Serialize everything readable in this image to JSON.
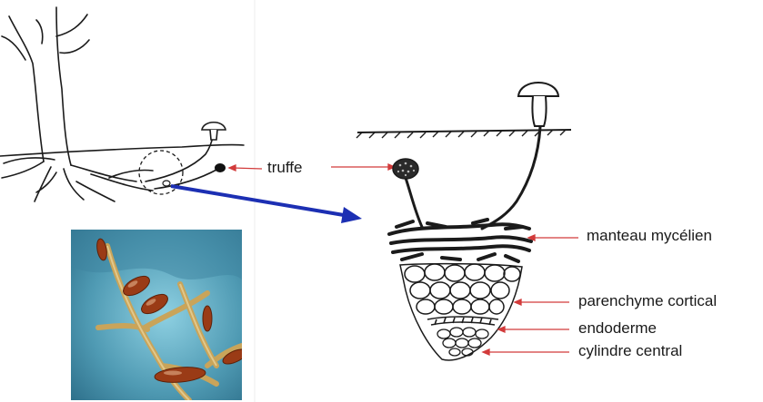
{
  "labels": {
    "truffe": "truffe",
    "manteau": "manteau mycélien",
    "parenchyme": "parenchyme cortical",
    "endoderme": "endoderme",
    "cylindre": "cylindre central"
  },
  "colors": {
    "callout_red": "#d23b3b",
    "big_arrow_blue": "#1c2fb3",
    "photo_background": "#5aa6c0",
    "hyphae": "#c9a45a",
    "spores": "#9a3b16"
  }
}
